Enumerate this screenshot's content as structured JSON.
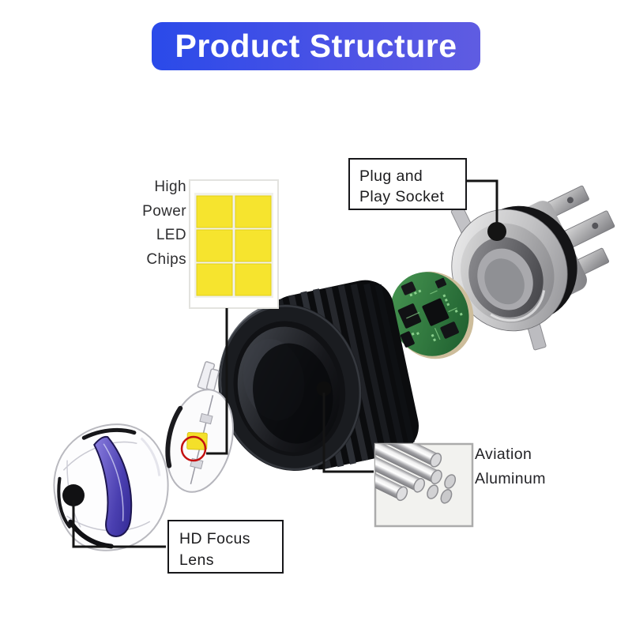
{
  "title": "Product Structure",
  "callouts": {
    "led_chips": {
      "lines": [
        "High",
        "Power",
        "LED",
        "Chips"
      ]
    },
    "socket": {
      "lines": [
        "Plug and",
        "Play Socket"
      ]
    },
    "aluminum": {
      "lines": [
        "Aviation",
        "Aluminum"
      ]
    },
    "lens": {
      "lines": [
        "HD Focus",
        "Lens"
      ]
    }
  },
  "colors": {
    "banner_gradient_start": "#2a4ae9",
    "banner_gradient_end": "#5f5ce2",
    "banner_text": "#ffffff",
    "label_text": "#2e2e30",
    "callout_line": "#141414",
    "highlight_ring_red": "#c41111",
    "led_chip_yellow": "#f6e42e",
    "pcb_green": "#2f7a3d",
    "heatsink_black": "#0b0c0e",
    "metal_silver": "#c9c9c9"
  },
  "illustrations": [
    "led-chip-board",
    "h4-plug-socket",
    "driver-pcb",
    "heatsink-body",
    "aluminum-rods",
    "hd-focus-lens",
    "mini-led-lens"
  ]
}
